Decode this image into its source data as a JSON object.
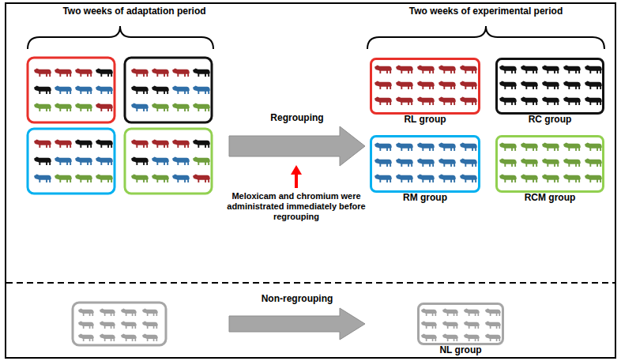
{
  "diagram": {
    "nodes": [
      {
        "text": [
          "RL group"
        ]
      },
      {
        "text": [
          "RC group"
        ]
      },
      {
        "text": [
          "RM group"
        ]
      },
      {
        "text": [
          "RCM group"
        ]
      },
      {
        "text": [
          "NL group"
        ]
      }
    ],
    "labels": [
      "Two weeks of adaptation period",
      "Two weeks of experimental period",
      "Regrouping",
      "Meloxicam and chromium were administrated immediately before regrouping",
      "Non-regrouping"
    ]
  }
}
